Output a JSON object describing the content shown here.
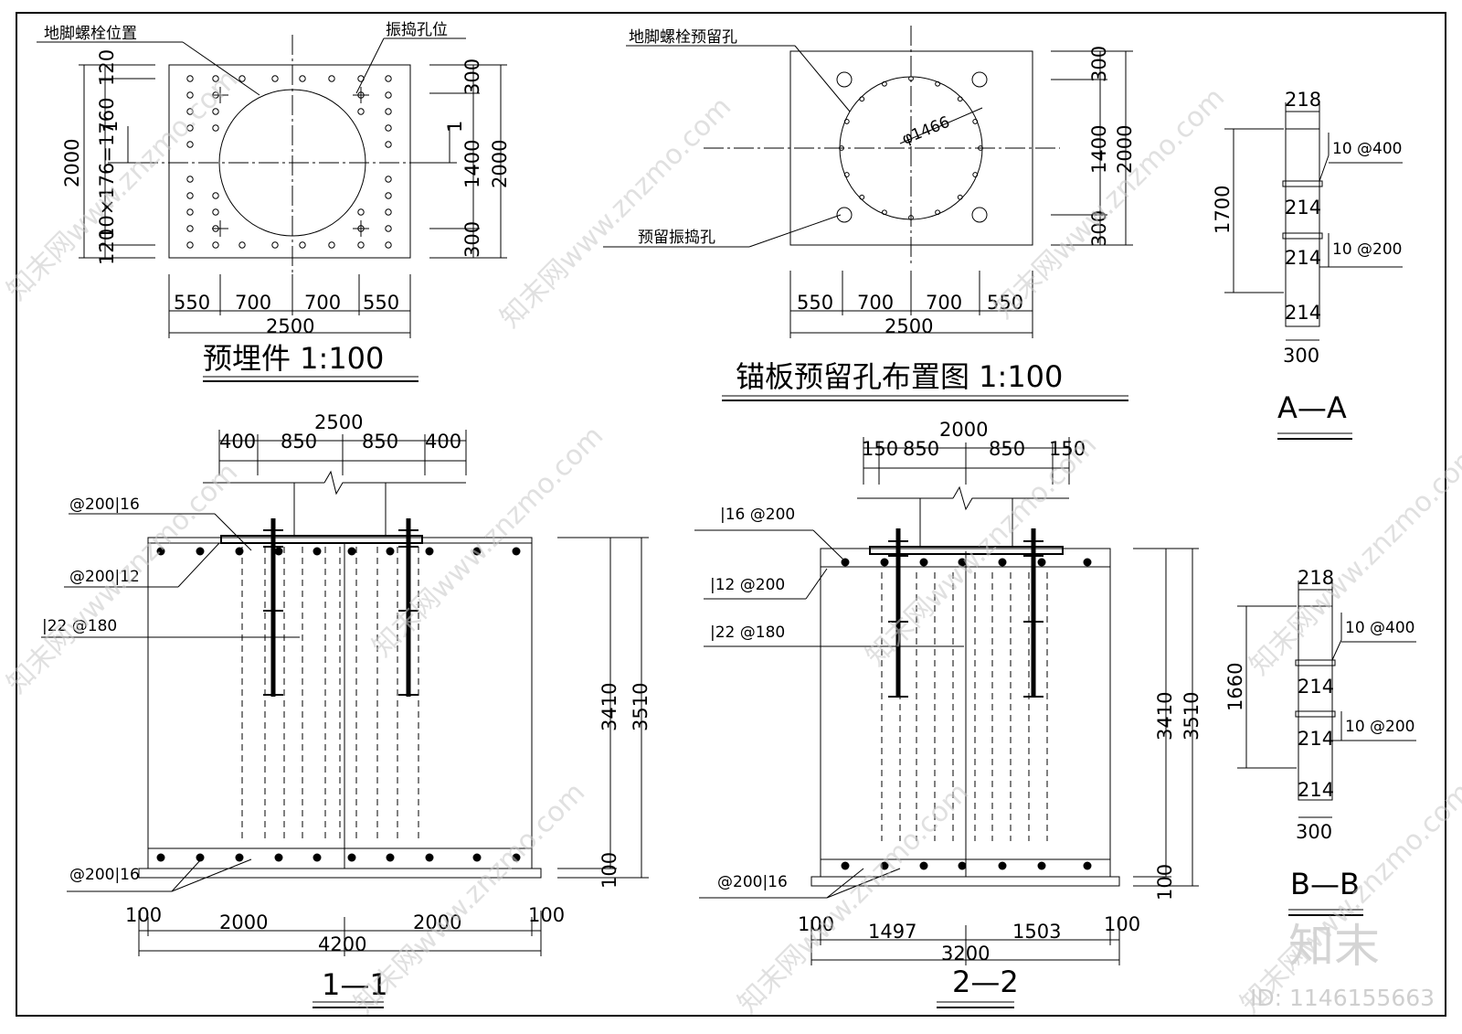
{
  "plan_embed": {
    "title": "预埋件 1:100",
    "label_bolt_pos": "地脚螺栓位置",
    "label_vib_hole": "振捣孔位",
    "dims_bottom": [
      "550",
      "700",
      "700",
      "550"
    ],
    "dim_total": "2500",
    "dims_left": [
      "120",
      "10×176=1760",
      "120"
    ],
    "dim_left_total": "2000",
    "dims_right": [
      "300",
      "1400",
      "300"
    ],
    "dim_right_total": "2000",
    "cut_mark": "1"
  },
  "plan_anchor": {
    "title": "锚板预留孔布置图 1:100",
    "label_bolt_hole": "地脚螺栓预留孔",
    "label_vib_hole": "预留振捣孔",
    "circle_dia": "φ1466",
    "dims_bottom": [
      "550",
      "700",
      "700",
      "550"
    ],
    "dim_total": "2500",
    "dims_right": [
      "300",
      "1400",
      "300"
    ],
    "dim_right_total": "2000"
  },
  "section_aa": {
    "title": "A—A",
    "top": "218",
    "rows": [
      "214",
      "214",
      "214"
    ],
    "bottom": "300",
    "height": "1700",
    "tie1": "10 @400",
    "tie2": "10 @200"
  },
  "section_bb": {
    "title": "B—B",
    "top": "218",
    "rows": [
      "214",
      "214",
      "214"
    ],
    "bottom": "300",
    "height": "1660",
    "tie1": "10 @400",
    "tie2": "10 @200"
  },
  "section_11": {
    "title": "1—1",
    "top_total": "2500",
    "top_dims": [
      "400",
      "850",
      "850",
      "400"
    ],
    "rebar_top": "@200|16",
    "rebar_mid": "@200|12",
    "rebar_vert": "|22 @180",
    "rebar_bot": "@200|16",
    "h_inner": "3410",
    "h_total": "3510",
    "h_base": "100",
    "bottom_dims": [
      "100",
      "2000",
      "2000",
      "100"
    ],
    "bottom_total": "4200"
  },
  "section_22": {
    "title": "2—2",
    "top_total": "2000",
    "top_dims": [
      "150",
      "850",
      "850",
      "150"
    ],
    "rebar_top": "|16 @200",
    "rebar_mid": "|12 @200",
    "rebar_vert": "|22 @180",
    "rebar_bot": "@200|16",
    "h_inner": "3410",
    "h_total": "3510",
    "h_base": "100",
    "bottom_dims": [
      "100",
      "1497",
      "1503",
      "100"
    ],
    "bottom_total": "3200"
  },
  "watermark": {
    "logo": "知末",
    "id": "ID: 1146155663",
    "repeat": "知末网www.znzmo.com"
  }
}
